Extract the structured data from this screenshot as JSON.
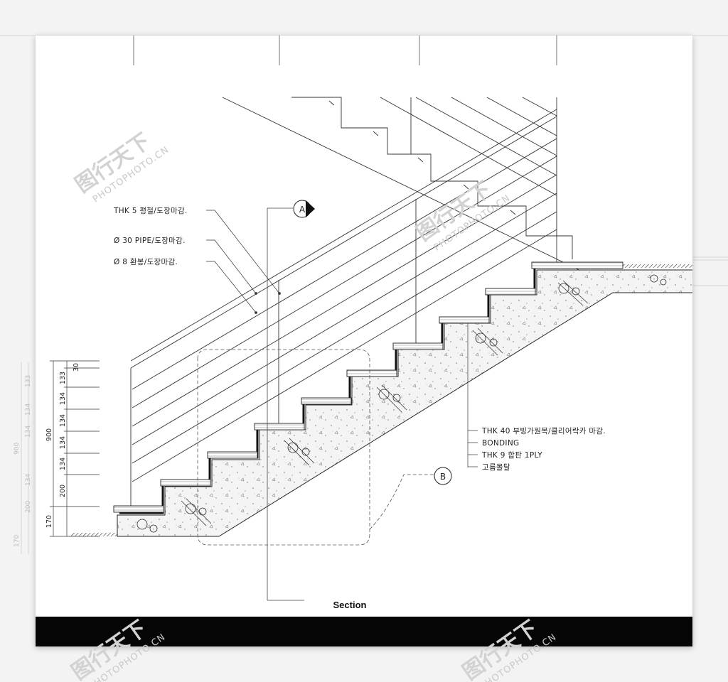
{
  "drawing": {
    "title": "Section",
    "callouts_left": [
      "THK 5 평철/도장마감.",
      "Ø 30 PIPE/도장마감.",
      "Ø 8 환봉/도장마감."
    ],
    "callouts_right": [
      "THK 40 부빙가원목/클리어락카 마감.",
      "BONDING",
      "THK 9 합판 1PLY",
      "고름몰탈"
    ],
    "section_markers": [
      "A",
      "B"
    ],
    "dimensions_right": [
      "30",
      "133",
      "134",
      "134",
      "134",
      "134",
      "200"
    ],
    "dimension_total": "900",
    "dimension_bottom": "170",
    "ghost_dimensions": [
      "900",
      "170",
      "200",
      "134",
      "134",
      "134",
      "133"
    ]
  },
  "watermark": {
    "text": "PHOTOPHOTO.CN",
    "logo": "图行天下"
  },
  "colors": {
    "line": "#333333",
    "paper": "#ffffff",
    "background": "#f3f3f3",
    "bar": "#050505",
    "watermark": "#cfcfcf"
  }
}
